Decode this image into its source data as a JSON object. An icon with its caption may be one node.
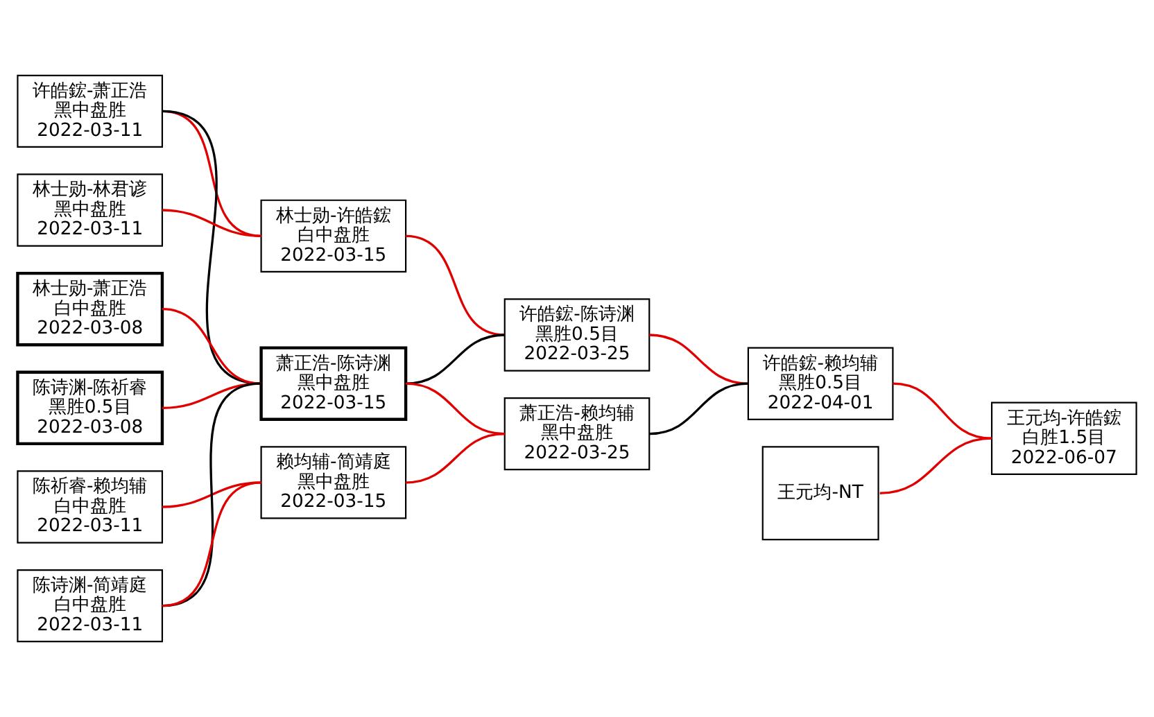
{
  "diagram": {
    "nodes": [
      {
        "text": [
          "许皓鋐-萧正浩",
          "黑中盘胜",
          "2022-03-11"
        ]
      },
      {
        "text": [
          "林士勋-林君谚",
          "黑中盘胜",
          "2022-03-11"
        ]
      },
      {
        "text": [
          "林士勋-萧正浩",
          "白中盘胜",
          "2022-03-08"
        ]
      },
      {
        "text": [
          "陈诗渊-陈祈睿",
          "黑胜0.5目",
          "2022-03-08"
        ]
      },
      {
        "text": [
          "陈祈睿-赖均辅",
          "白中盘胜",
          "2022-03-11"
        ]
      },
      {
        "text": [
          "陈诗渊-简靖庭",
          "白中盘胜",
          "2022-03-11"
        ]
      },
      {
        "text": [
          "林士勋-许皓鋐",
          "白中盘胜",
          "2022-03-15"
        ]
      },
      {
        "text": [
          "萧正浩-陈诗渊",
          "黑中盘胜",
          "2022-03-15"
        ]
      },
      {
        "text": [
          "赖均辅-简靖庭",
          "黑中盘胜",
          "2022-03-15"
        ]
      },
      {
        "text": [
          "许皓鋐-陈诗渊",
          "黑胜0.5目",
          "2022-03-25"
        ]
      },
      {
        "text": [
          "萧正浩-赖均辅",
          "黑中盘胜",
          "2022-03-25"
        ]
      },
      {
        "text": [
          "许皓鋐-赖均辅",
          "黑胜0.5目",
          "2022-04-01"
        ]
      },
      {
        "text": [
          "王元均-NT"
        ]
      },
      {
        "text": [
          "王元均-许皓鋐",
          "白胜1.5目",
          "2022-06-07"
        ]
      }
    ],
    "edges": [
      {
        "from": 0,
        "to": 6,
        "arrow": "none"
      },
      {
        "from": 1,
        "to": 6,
        "arrow": "none"
      },
      {
        "from": 0,
        "to": 7,
        "arrow": "none",
        "color": "#000000"
      },
      {
        "from": 2,
        "to": 7,
        "arrow": "none"
      },
      {
        "from": 3,
        "to": 7,
        "arrow": "none"
      },
      {
        "from": 5,
        "to": 7,
        "arrow": "none",
        "color": "#000000"
      },
      {
        "from": 4,
        "to": 8,
        "arrow": "none"
      },
      {
        "from": 5,
        "to": 8,
        "arrow": "none"
      },
      {
        "from": 6,
        "to": 9,
        "arrow": "none"
      },
      {
        "from": 7,
        "to": 9,
        "arrow": "none",
        "color": "#000000"
      },
      {
        "from": 7,
        "to": 10,
        "arrow": "none"
      },
      {
        "from": 8,
        "to": 10,
        "arrow": "none"
      },
      {
        "from": 9,
        "to": 11,
        "arrow": "none"
      },
      {
        "from": 10,
        "to": 11,
        "arrow": "none",
        "color": "#000000"
      },
      {
        "from": 11,
        "to": 13,
        "arrow": "none"
      },
      {
        "from": 12,
        "to": 13,
        "arrow": "none"
      }
    ]
  }
}
